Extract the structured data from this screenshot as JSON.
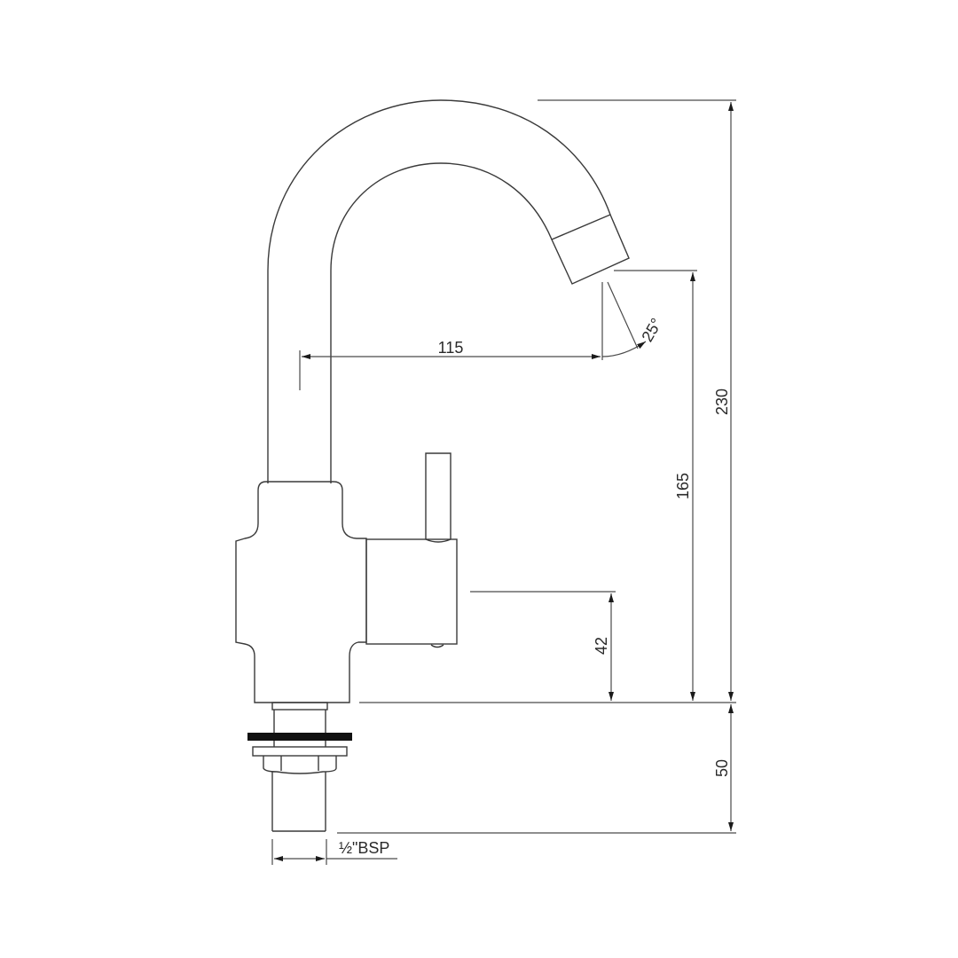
{
  "drawing": {
    "subject": "Single-lever basin mixer tap with swivel spout - side elevation",
    "units": "mm",
    "line_color": "#3a3a3a",
    "background": "#ffffff"
  },
  "dimensions": {
    "spout_reach": "115",
    "spout_angle": "25°",
    "overall_height": "230",
    "spout_outlet_height": "165",
    "lever_height": "42",
    "tail_length": "50",
    "connection": "½\"BSP"
  }
}
